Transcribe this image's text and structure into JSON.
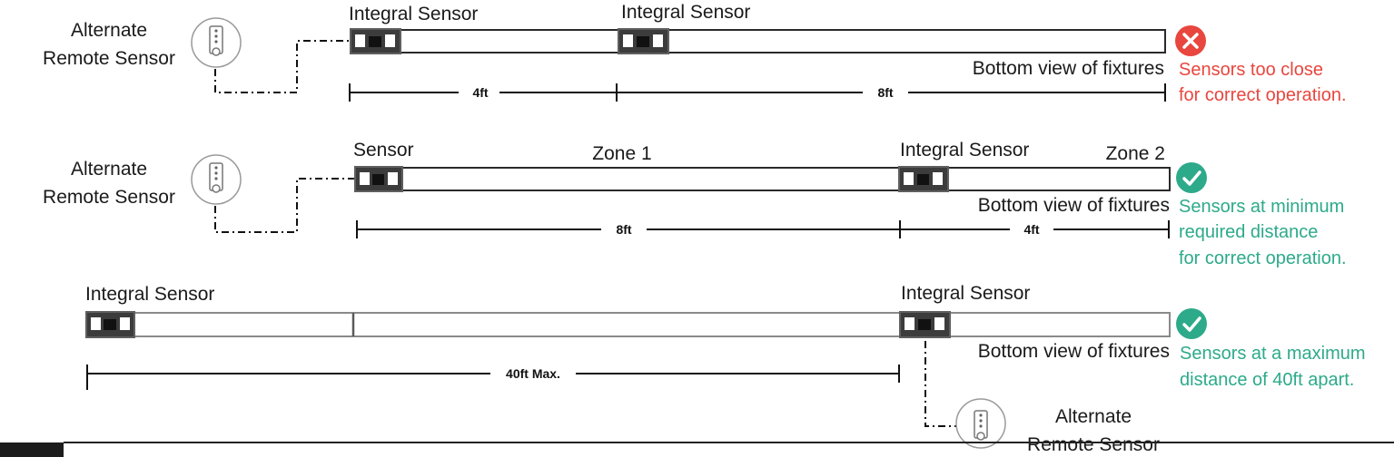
{
  "colors": {
    "error": "#e8463e",
    "ok": "#2daa8a",
    "text": "#1a1a1a"
  },
  "rows": [
    {
      "id": "row1",
      "sensor_labels": [
        "Integral Sensor",
        "Integral Sensor"
      ],
      "zone_labels": [],
      "remote_label_lines": [
        "Alternate",
        "Remote Sensor"
      ],
      "caption": "Bottom view of fixtures",
      "dimensions": [
        "4ft",
        "8ft"
      ],
      "status_icon": "error-x-icon",
      "status_lines": [
        "Sensors too close",
        "for correct operation."
      ]
    },
    {
      "id": "row2",
      "sensor_labels": [
        "Sensor",
        "Integral Sensor"
      ],
      "zone_labels": [
        "Zone 1",
        "Zone 2"
      ],
      "remote_label_lines": [
        "Alternate",
        "Remote Sensor"
      ],
      "caption": "Bottom view of fixtures",
      "dimensions": [
        "8ft",
        "4ft"
      ],
      "status_icon": "check-icon",
      "status_lines": [
        "Sensors at minimum",
        "required distance",
        "for correct operation."
      ]
    },
    {
      "id": "row3",
      "sensor_labels": [
        "Integral Sensor",
        "Integral Sensor"
      ],
      "zone_labels": [],
      "remote_label_lines": [
        "Alternate",
        "Remote Sensor"
      ],
      "caption": "Bottom view of fixtures",
      "dimensions": [
        "40ft Max."
      ],
      "status_icon": "check-icon",
      "status_lines": [
        "Sensors at a maximum",
        "distance of 40ft apart."
      ]
    }
  ]
}
